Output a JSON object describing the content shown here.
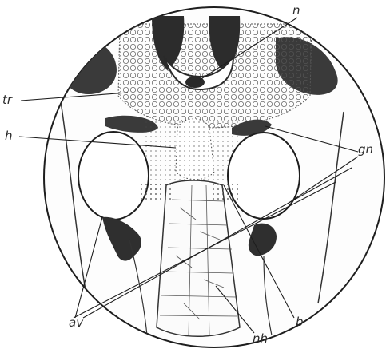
{
  "figure": {
    "labels": {
      "n_top": "n",
      "tr": "tr",
      "h": "h",
      "gn": "gn",
      "av": "av",
      "nh": "nh",
      "b": "b"
    }
  }
}
